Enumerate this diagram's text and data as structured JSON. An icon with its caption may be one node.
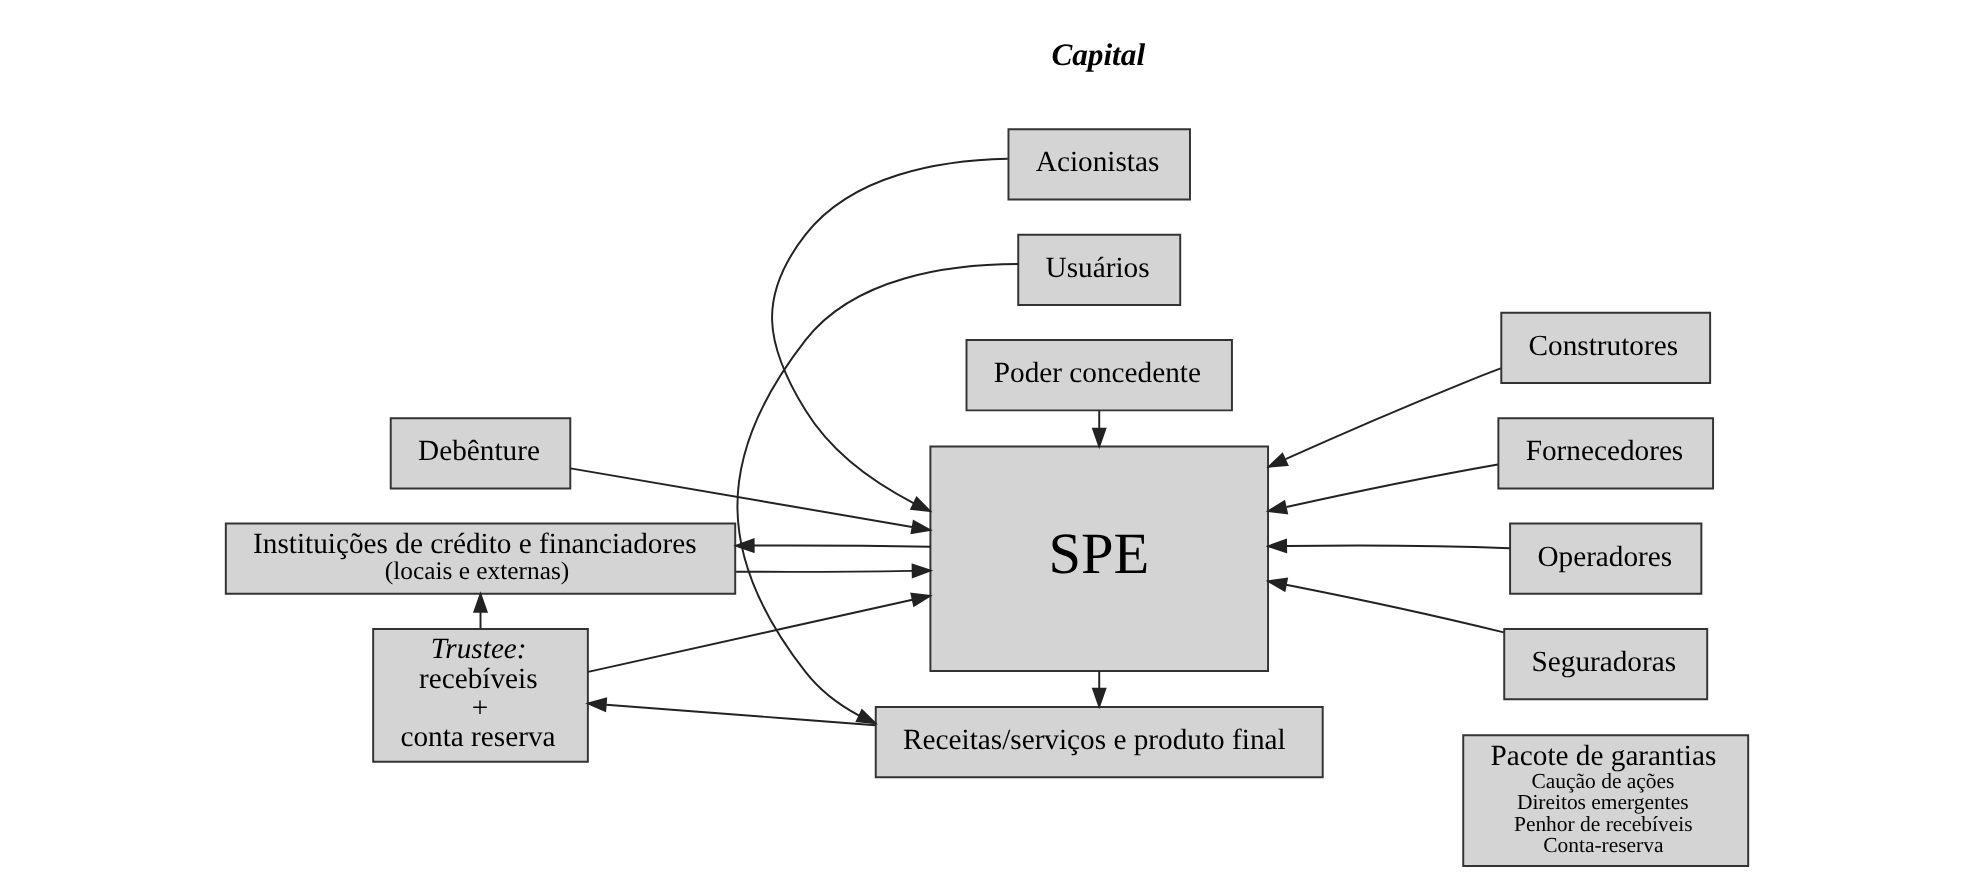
{
  "diagram": {
    "nodes": [
      {
        "text": [
          "Acionistas"
        ]
      },
      {
        "text": [
          "Poder concedente"
        ]
      },
      {
        "text": [
          "Debênture"
        ]
      },
      {
        "text": [
          "Instituições de crédito e financiadores",
          "(locais e externas)"
        ]
      },
      {
        "text": [
          "SPE"
        ]
      },
      {
        "text": [
          "Construtores"
        ]
      },
      {
        "text": [
          "Fornecedores"
        ]
      },
      {
        "text": [
          "Operadores"
        ]
      },
      {
        "text": [
          "Seguradoras"
        ]
      },
      {
        "text": [
          "Trustee:",
          "recebíveis",
          "+",
          "conta reserva"
        ]
      },
      {
        "text": [
          "Receitas/serviços e produto final"
        ]
      },
      {
        "text": [
          "Usuários"
        ]
      },
      {
        "text": [
          "Pacote de garantias",
          "Caução de ações",
          "Direitos emergentes",
          "Penhor de recebíveis",
          "Conta-reserva"
        ]
      }
    ],
    "edges": [
      {
        "from": 0,
        "to": 4,
        "arrow": "to"
      },
      {
        "from": 1,
        "to": 4,
        "arrow": "to"
      },
      {
        "from": 2,
        "to": 4,
        "arrow": "to"
      },
      {
        "from": 4,
        "to": 3,
        "arrow": "to"
      },
      {
        "from": 3,
        "to": 4,
        "arrow": "to"
      },
      {
        "from": 5,
        "to": 4,
        "arrow": "to"
      },
      {
        "from": 6,
        "to": 4,
        "arrow": "to"
      },
      {
        "from": 7,
        "to": 4,
        "arrow": "to"
      },
      {
        "from": 8,
        "to": 4,
        "arrow": "to"
      },
      {
        "from": 9,
        "to": 3,
        "arrow": "to"
      },
      {
        "from": 9,
        "to": 4,
        "arrow": "to"
      },
      {
        "from": 4,
        "to": 10,
        "arrow": "to"
      },
      {
        "from": 10,
        "to": 9,
        "arrow": "to"
      },
      {
        "from": 11,
        "to": 10,
        "arrow": "to"
      }
    ],
    "labels": [
      "Capital"
    ]
  }
}
